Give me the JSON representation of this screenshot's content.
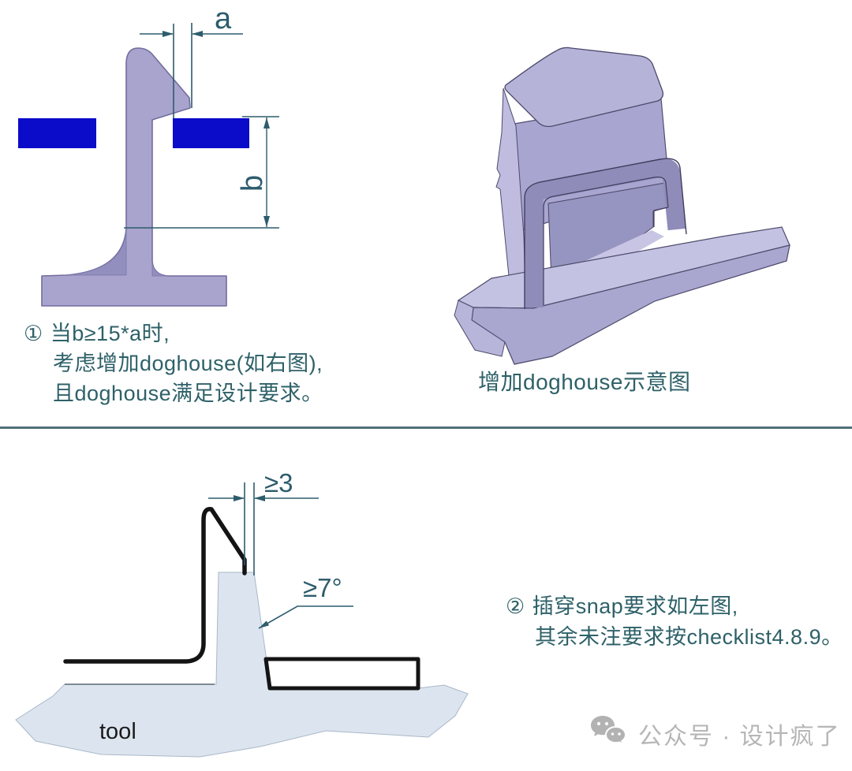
{
  "colors": {
    "snap_lavender": "#a8a4cd",
    "snap_fillet_shade": "#928ebe",
    "mating_part_blue": "#0b0bca",
    "dimension_teal": "#2d5c6d",
    "text_teal": "#2e6168",
    "tool_light_blue": "#dce5ef",
    "outline_black": "#141414",
    "divider": "#527078",
    "watermark_gray": "#b6b6b6"
  },
  "top_diagram": {
    "dim_a_label": "a",
    "dim_b_label": "b"
  },
  "doghouse_caption": "增加doghouse示意图",
  "note1": {
    "bullet": "①",
    "line1": "当b≥15*a时,",
    "line2": "考虑增加doghouse(如右图),",
    "line3": "且doghouse满足设计要求。"
  },
  "bottom_diagram": {
    "gap_label": "≥3",
    "draft_angle_label": "≥7°",
    "tool_label": "tool"
  },
  "note2": {
    "bullet": "②",
    "line1": "插穿snap要求如左图,",
    "line2": "其余未注要求按checklist4.8.9。"
  },
  "watermark": {
    "text": "公众号 · 设计疯了"
  }
}
